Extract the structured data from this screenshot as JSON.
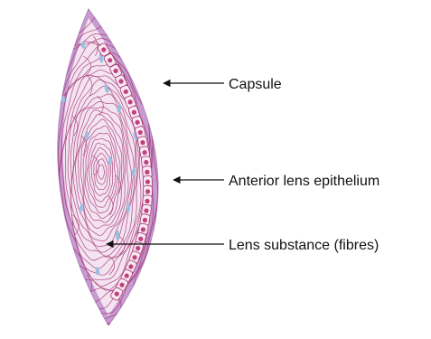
{
  "labels": {
    "capsule": "Capsule",
    "epithelium": "Anterior lens epithelium",
    "substance": "Lens substance (fibres)"
  },
  "colors": {
    "capsule": "#c79bd0",
    "fibre_fill": "#f4e3f1",
    "fibre_line": "#a0306e",
    "cell_fill": "#f8e8f2",
    "nucleus": "#c2407e",
    "fibre_nucleus": "#9cc0e0",
    "leader": "#111111"
  }
}
